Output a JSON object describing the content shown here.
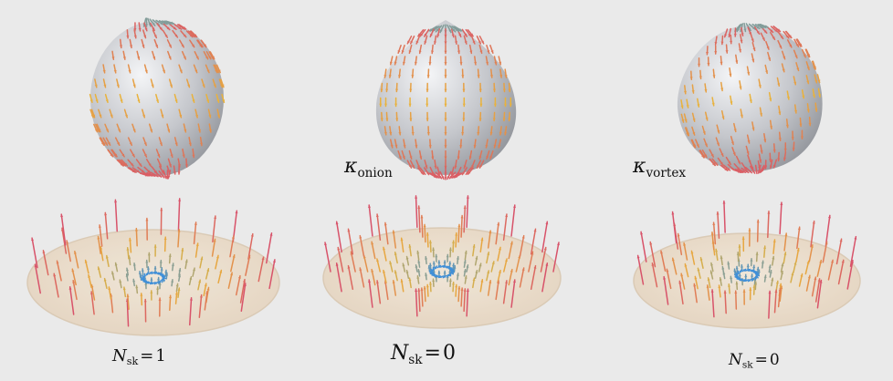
{
  "labels": {
    "kappa_onion": {
      "symbol": "κ",
      "sub": "onion"
    },
    "kappa_vortex": {
      "symbol": "κ",
      "sub": "vortex"
    },
    "nsk_left": {
      "symbol": "N",
      "sub": "sk",
      "eq": "=",
      "value": "1"
    },
    "nsk_middle": {
      "symbol": "N",
      "sub": "sk",
      "eq": "=",
      "value": "0"
    },
    "nsk_right": {
      "symbol": "N",
      "sub": "sk",
      "eq": "=",
      "value": "0"
    }
  },
  "colors": {
    "background": "#eaeaea",
    "sphere_light": "#f2f3f5",
    "sphere_dark": "#8f9298",
    "disk_fill": "#e9dccb",
    "disk_edge": "#d9c7b0",
    "arrow_outer": "#d8536a",
    "arrow_mid": "#e9b23c",
    "arrow_core": "#3f8fd8"
  },
  "panels": [
    {
      "name": "sphere-skyrmion",
      "kind": "sphere",
      "pattern": "twisted-meridians"
    },
    {
      "name": "sphere-onion",
      "kind": "sphere",
      "pattern": "meridians"
    },
    {
      "name": "sphere-vortex",
      "kind": "sphere",
      "pattern": "tilted-twist"
    },
    {
      "name": "disk-skyrmion",
      "kind": "disk",
      "pattern": "swirl"
    },
    {
      "name": "disk-onion",
      "kind": "disk",
      "pattern": "radial"
    },
    {
      "name": "disk-vortex",
      "kind": "disk",
      "pattern": "vortex"
    }
  ]
}
